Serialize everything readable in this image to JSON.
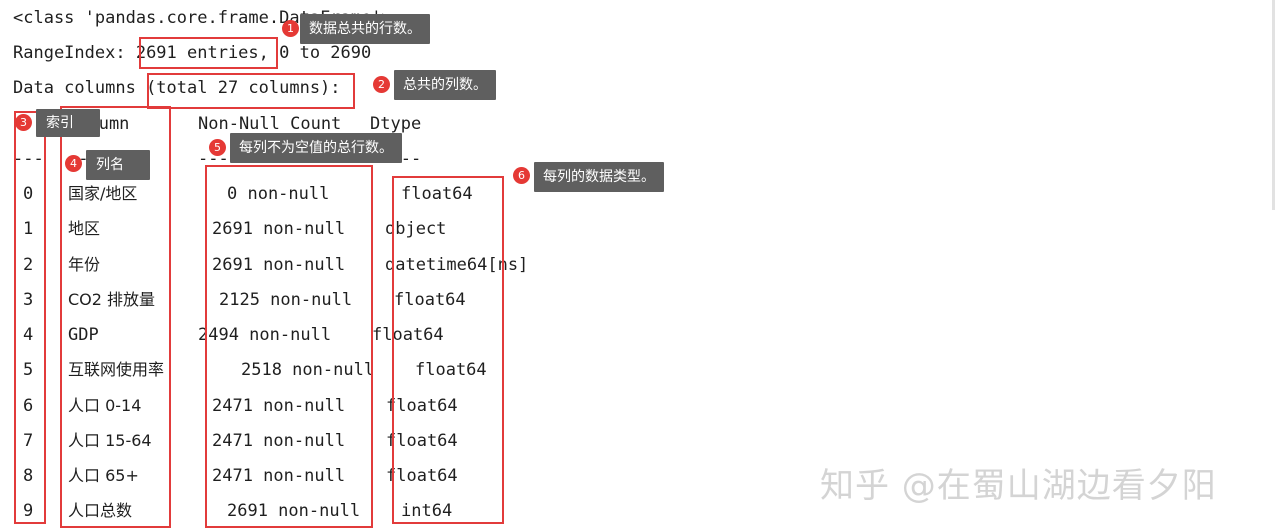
{
  "header": {
    "class_line": "<class 'pandas.core.frame.DataFrame'>",
    "range_prefix": "RangeIndex: ",
    "range_entries": "2691 entries",
    "range_suffix": ", 0 to 2690",
    "columns_prefix": "Data columns ",
    "columns_total": "(total 27 columns)",
    "columns_suffix": ":"
  },
  "table": {
    "hash_header": "#",
    "column_header": "Column",
    "nonnull_header": "Non-Null Count",
    "dtype_header": "Dtype",
    "hash_sep": "---",
    "column_sep": "------",
    "nonnull_sep": "--------------",
    "dtype_sep": "-----",
    "rows": [
      {
        "idx": "0",
        "name": "国家/地区",
        "count": "0 non-null",
        "dtype": "float64"
      },
      {
        "idx": "1",
        "name": "地区",
        "count": "2691 non-null",
        "dtype": "object"
      },
      {
        "idx": "2",
        "name": "年份",
        "count": "2691 non-null",
        "dtype": "datetime64[ns]"
      },
      {
        "idx": "3",
        "name": "CO2 排放量",
        "count": "2125 non-null",
        "dtype": "float64"
      },
      {
        "idx": "4",
        "name": "GDP",
        "count": "2494 non-null",
        "dtype": "float64"
      },
      {
        "idx": "5",
        "name": "互联网使用率",
        "count": "2518 non-null",
        "dtype": "float64"
      },
      {
        "idx": "6",
        "name": "人口 0-14",
        "count": "2471 non-null",
        "dtype": "float64"
      },
      {
        "idx": "7",
        "name": "人口 15-64",
        "count": "2471 non-null",
        "dtype": "float64"
      },
      {
        "idx": "8",
        "name": "人口 65+",
        "count": "2471 non-null",
        "dtype": "float64"
      },
      {
        "idx": "9",
        "name": "人口总数",
        "count": "2691 non-null",
        "dtype": "int64"
      }
    ]
  },
  "annotations": [
    {
      "num": "1",
      "text": "数据总共的行数。"
    },
    {
      "num": "2",
      "text": "总共的列数。"
    },
    {
      "num": "3",
      "text": "索引"
    },
    {
      "num": "4",
      "text": "列名"
    },
    {
      "num": "5",
      "text": "每列不为空值的总行数。"
    },
    {
      "num": "6",
      "text": "每列的数据类型。"
    }
  ],
  "watermark": "知乎 @在蜀山湖边看夕阳",
  "colors": {
    "highlight_box": "#e23b3b",
    "badge": "#e53935",
    "tooltip_bg": "#5f5f5f"
  }
}
